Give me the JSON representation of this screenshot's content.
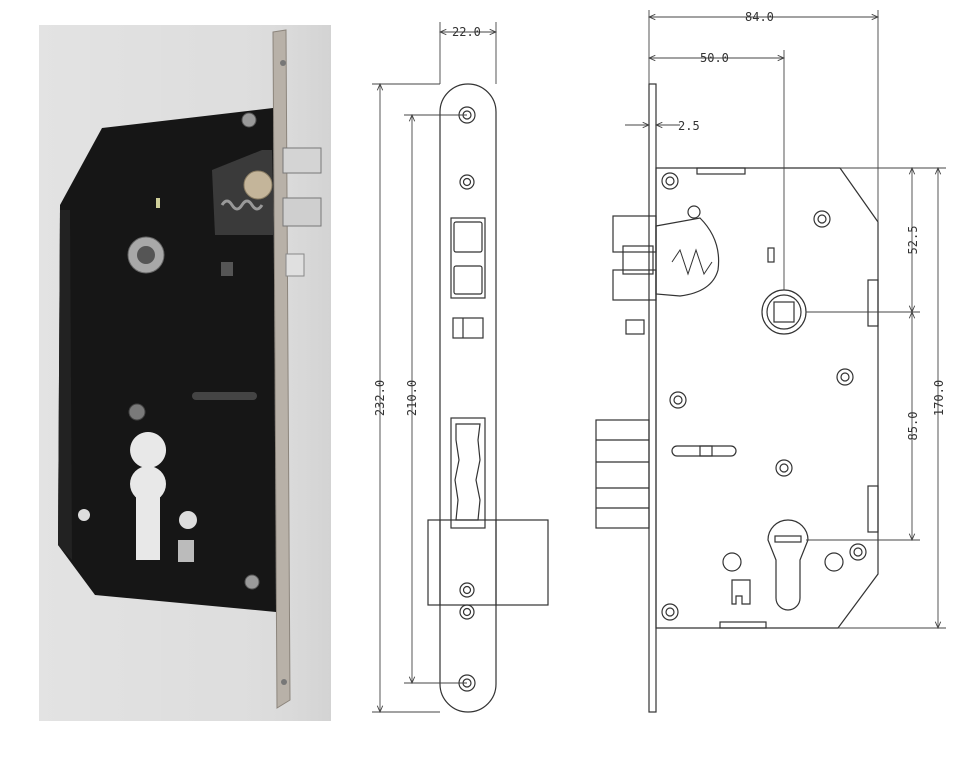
{
  "photo": {
    "subject": "mortise lock body photo",
    "colors": {
      "background": "#dcdcdc",
      "body": "#151515",
      "faceplate": "#b9b3ab",
      "latch": "#c8c8c8"
    }
  },
  "front_view": {
    "dimensions": {
      "faceplate_width": "22.0",
      "overall_height": "232.0",
      "screw_pitch": "210.0"
    }
  },
  "side_view": {
    "dimensions": {
      "overall_depth": "84.0",
      "backset": "50.0",
      "faceplate_thickness": "2.5",
      "handle_offset": "52.5",
      "center_distance": "85.0",
      "case_height": "170.0"
    }
  },
  "colors": {
    "line": "#333333",
    "dim": "#444444",
    "paper": "#ffffff"
  }
}
